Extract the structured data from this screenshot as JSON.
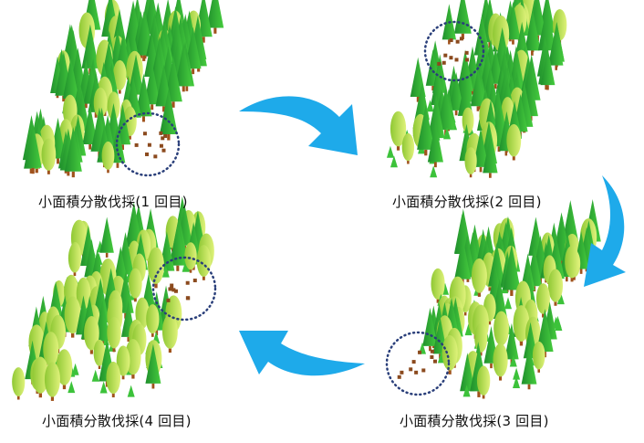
{
  "panels": [
    {
      "id": "stage-1",
      "caption": "小面積分散伐採(1 回目)"
    },
    {
      "id": "stage-2",
      "caption": "小面積分散伐採(2 回目)"
    },
    {
      "id": "stage-3",
      "caption": "小面積分散伐採(3 回目)"
    },
    {
      "id": "stage-4",
      "caption": "小面積分散伐採(4 回目)"
    }
  ],
  "colors": {
    "arrow": "#1eaaea",
    "conifer_dark": "#1f8f2c",
    "conifer_light": "#3cc23a",
    "broadleaf": "#a8d83c",
    "broadleaf_light": "#d6ef6a",
    "trunk": "#a0521c",
    "stump": "#8b4a1e",
    "circle": "#2a3f7a"
  }
}
